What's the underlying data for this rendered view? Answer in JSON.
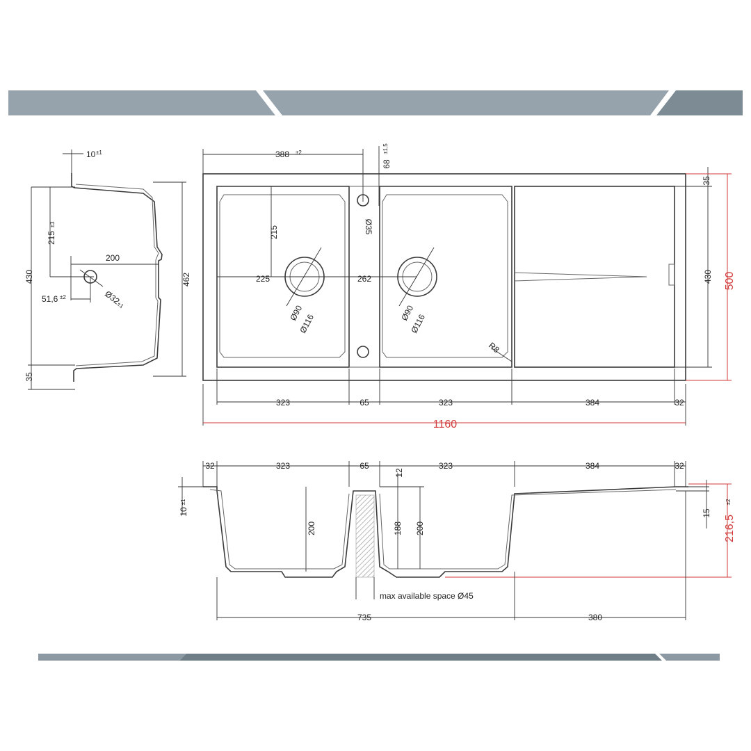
{
  "colors": {
    "band_light": "#97a3ac",
    "band_dark": "#6f7d87",
    "line": "#3a3a3a",
    "dimension": "#333333",
    "red_dimension": "#d23a3a"
  },
  "side_view": {
    "dim_top": "10",
    "dim_top_tol": "±1",
    "dim_height": "430",
    "dim_depth_upper": "215",
    "dim_depth_upper_tol": "±3",
    "dim_width": "200",
    "dim_offset": "51,6",
    "dim_offset_tol": "±2",
    "dim_hole": "Ø32",
    "dim_hole_tol": "±1",
    "dim_bottom": "35",
    "dim_total": "462"
  },
  "top_view": {
    "dim_bowl_offset": "388",
    "dim_bowl_offset_tol": "±2",
    "dim_overflow": "68",
    "dim_overflow_tol": "±1,5",
    "dim_overflow_hole": "Ø35",
    "dim_bowl_depth": "215",
    "dim_drain_x": "225",
    "dim_drain_gap": "262",
    "drain1_inner": "Ø90",
    "drain1_outer": "Ø116",
    "drain2_inner": "Ø90",
    "drain2_outer": "Ø116",
    "dim_radius": "R8",
    "dim_right_top": "35",
    "dim_right_430": "430",
    "dim_total_depth": "500",
    "dim_b1": "323",
    "dim_b2": "65",
    "dim_b3": "323",
    "dim_b4": "384",
    "dim_b5": "32",
    "dim_total_width": "1160"
  },
  "front_view": {
    "dim_t1": "32",
    "dim_t2": "323",
    "dim_t3": "65",
    "dim_t4": "323",
    "dim_t5": "384",
    "dim_t6": "32",
    "dim_12": "12",
    "dim_lip": "10",
    "dim_lip_tol": "±1",
    "dim_depth1": "200",
    "dim_depth_mid": "188",
    "dim_depth2": "200",
    "dim_15": "15",
    "dim_total_height": "216,5",
    "dim_total_height_tol": "±2",
    "max_space_label": "max available space Ø45",
    "dim_735": "735",
    "dim_380": "380"
  }
}
